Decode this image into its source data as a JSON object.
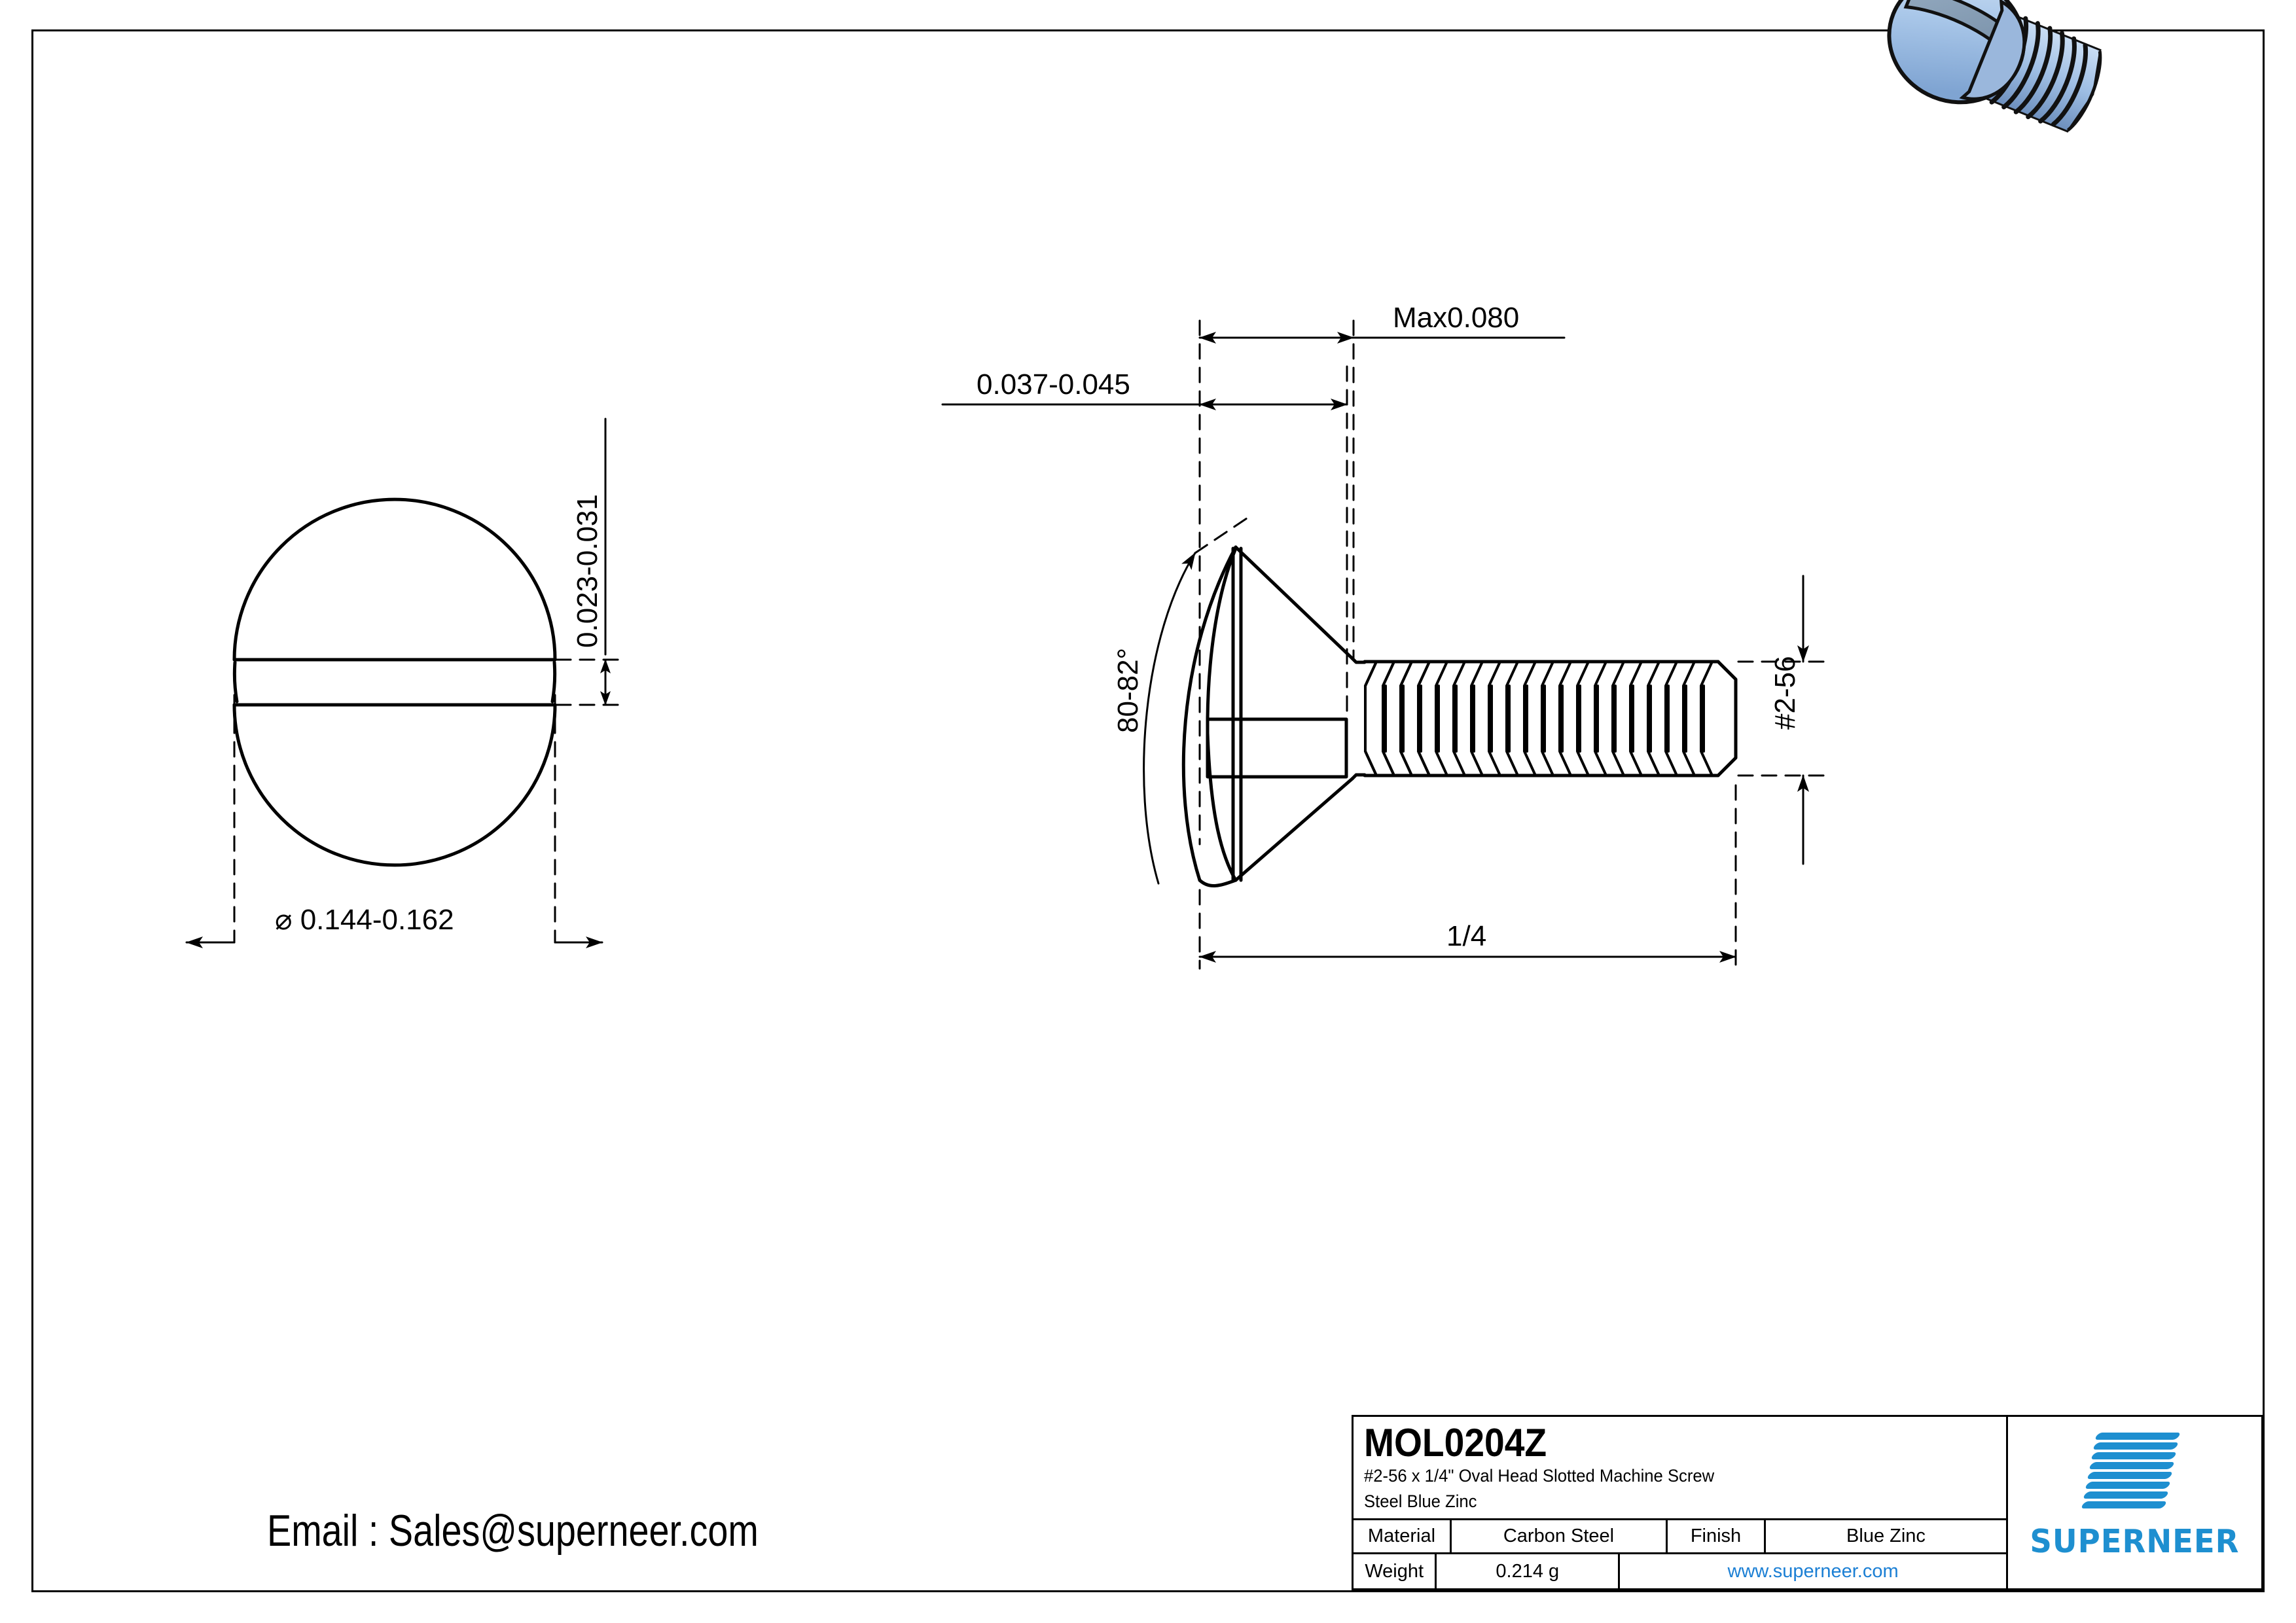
{
  "drawing": {
    "title_block": {
      "part_number": "MOL0204Z",
      "description_line1": "#2-56 x 1/4\" Oval Head Slotted Machine Screw",
      "description_line2": "Steel Blue Zinc",
      "material_label": "Material",
      "material_value": "Carbon Steel",
      "finish_label": "Finish",
      "finish_value": "Blue Zinc",
      "weight_label": "Weight",
      "weight_value": "0.214 g",
      "website": "www.superneer.com",
      "logo_text": "SUPERNEER"
    },
    "contact": {
      "email_line": "Email : Sales@superneer.com"
    },
    "dimensions": {
      "head_diameter": "⌀ 0.144-0.162",
      "slot_width_front": "0.023-0.031",
      "head_height": "Max0.080",
      "slot_depth": "0.037-0.045",
      "head_angle": "80-82°",
      "thread_size": "#2-56",
      "screw_length": "1/4"
    },
    "colors": {
      "brand_blue": "#1e8fd0",
      "link_blue": "#1b7fd4",
      "render_body": "#a8c6e8",
      "render_shadow": "#7e96ae",
      "line": "#000000"
    },
    "views": {
      "front_view_name": "head-top-view",
      "side_view_name": "screw-side-view",
      "isometric_name": "screw-3d-render"
    }
  }
}
